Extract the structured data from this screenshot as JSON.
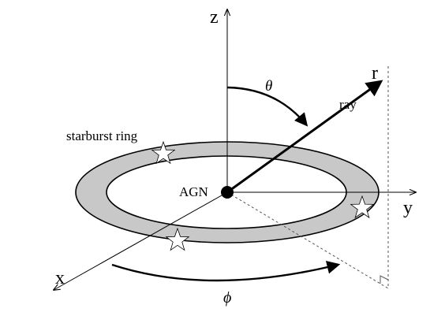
{
  "labels": {
    "z_axis": "z",
    "y_axis": "y",
    "x_axis": "x",
    "r_axis": "r",
    "ray": "ray",
    "theta": "θ",
    "phi": "ϕ",
    "agn": "AGN",
    "ring": "starburst ring"
  },
  "colors": {
    "ring_fill": "#c8c8c8",
    "line": "#000000",
    "guide": "#555555",
    "star_fill": "#ffffff"
  }
}
